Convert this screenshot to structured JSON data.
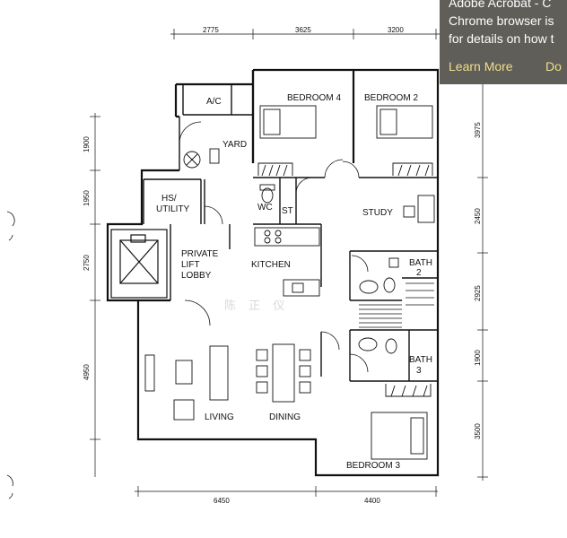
{
  "dimensions": {
    "top": [
      "2775",
      "3625",
      "3200"
    ],
    "bottom": [
      "6450",
      "4400"
    ],
    "left": [
      "1900",
      "1950",
      "2750",
      "4950"
    ],
    "right": [
      "3975",
      "2450",
      "2925",
      "1900",
      "3500"
    ]
  },
  "rooms": {
    "ac": "A/C",
    "yard": "YARD",
    "hs_utility_1": "HS/",
    "hs_utility_2": "UTILITY",
    "wc": "WC",
    "st": "ST",
    "bedroom4": "BEDROOM 4",
    "bedroom2": "BEDROOM 2",
    "study": "STUDY",
    "private_1": "PRIVATE",
    "private_2": "LIFT",
    "private_3": "LOBBY",
    "kitchen": "KITCHEN",
    "bath2_1": "BATH",
    "bath2_2": "2",
    "bath3_1": "BATH",
    "bath3_2": "3",
    "living": "LIVING",
    "dining": "DINING",
    "bedroom3": "BEDROOM 3"
  },
  "watermark": "陈 正 仪",
  "notice": {
    "line1": "Adobe Acrobat - C",
    "line2": "Chrome browser is",
    "line3": "for details on how t",
    "learn_more": "Learn More",
    "do_label": "Do"
  }
}
